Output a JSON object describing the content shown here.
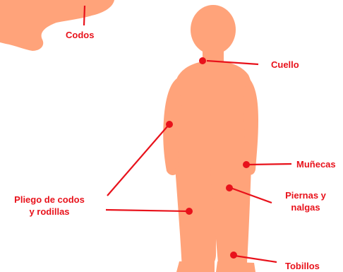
{
  "colors": {
    "silhouette": "#ffa37a",
    "accent": "#e8121b",
    "background": "#ffffff"
  },
  "labels": {
    "codos": "Codos",
    "cuello": "Cuello",
    "munecas": "Muñecas",
    "piernas_line1": "Piernas y",
    "piernas_line2": "nalgas",
    "pliegue_line1": "Pliego de codos",
    "pliegue_line2": "y rodillas",
    "tobillos": "Tobillos"
  }
}
